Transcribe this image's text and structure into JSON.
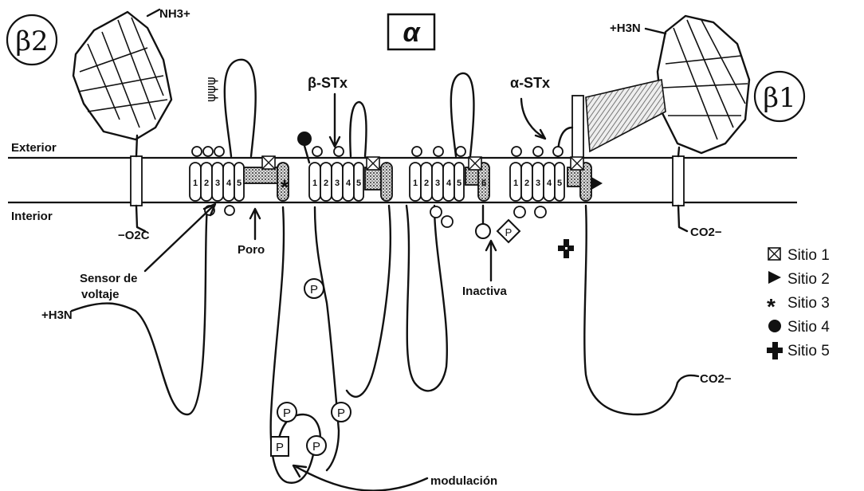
{
  "title": "α",
  "subunits": {
    "beta2": "β2",
    "beta1": "β1"
  },
  "membrane": {
    "exterior": "Exterior",
    "interior": "Interior"
  },
  "termini": {
    "nh3_beta2": "NH3+",
    "h3n_beta1": "+H3N",
    "o2c_beta2": "−O2C",
    "co2_beta1": "CO2−",
    "h3n_alpha": "+H3N",
    "co2_alpha": "CO2−"
  },
  "segment_labels": [
    "1",
    "2",
    "3",
    "4",
    "5",
    "6"
  ],
  "annotations": {
    "beta_stx": "β-STx",
    "alpha_stx": "α-STx",
    "sensor": "Sensor de voltaje",
    "sensor_line1": "Sensor de",
    "sensor_line2": "voltaje",
    "poro": "Poro",
    "inactiva": "Inactiva",
    "modulacion": "modulación",
    "phospho": "P",
    "glyco": "ψψψ"
  },
  "legend": [
    {
      "symbol": "boxed-x",
      "label": "Sitio 1"
    },
    {
      "symbol": "triangle",
      "label": "Sitio 2"
    },
    {
      "symbol": "asterisk",
      "label": "Sitio 3"
    },
    {
      "symbol": "circle",
      "label": "Sitio 4"
    },
    {
      "symbol": "cross",
      "label": "Sitio 5"
    }
  ]
}
